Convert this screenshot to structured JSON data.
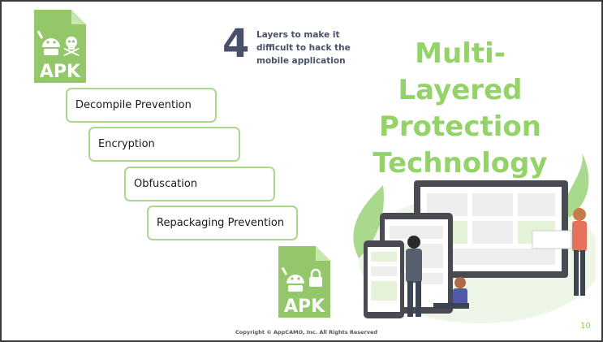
{
  "top_icon": {
    "label": "APK"
  },
  "bottom_icon": {
    "label": "APK"
  },
  "intro": {
    "number": "4",
    "caption": "Layers to make it difficult to hack the mobile application"
  },
  "heading": {
    "line1": "Multi-Layered",
    "line2": "Protection",
    "line3": "Technology"
  },
  "layers": [
    {
      "label": "Decompile Prevention"
    },
    {
      "label": "Encryption"
    },
    {
      "label": "Obfuscation"
    },
    {
      "label": "Repackaging Prevention"
    }
  ],
  "footer": {
    "copyright": "Copyright © AppCAMO, Inc. All Rights Reserved",
    "page_number": "10"
  },
  "colors": {
    "accent": "#93d36a",
    "border": "#a9d98d",
    "dark_text": "#4a4f6a"
  },
  "icons": [
    "apk-file-icon",
    "android-bug-icon",
    "skull-icon",
    "lock-icon",
    "devices-illustration"
  ]
}
